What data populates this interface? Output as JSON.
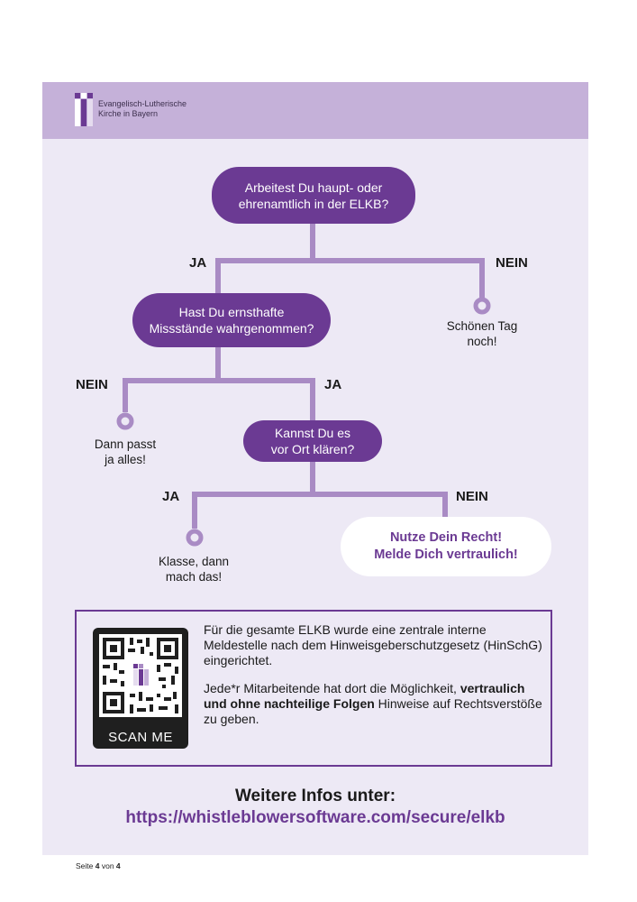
{
  "header": {
    "org_line1": "Evangelisch-Lutherische",
    "org_line2": "Kirche in Bayern"
  },
  "flow": {
    "q1": [
      "Arbeitest Du haupt- oder",
      "ehrenamtlich in der ELKB?"
    ],
    "q1_yes": "JA",
    "q1_no": "NEIN",
    "q1_no_end": [
      "Schönen Tag",
      "noch!"
    ],
    "q2": [
      "Hast Du ernsthafte",
      "Missstände wahrgenommen?"
    ],
    "q2_no": "NEIN",
    "q2_yes": "JA",
    "q2_no_end": [
      "Dann passt",
      "ja alles!"
    ],
    "q3": [
      "Kannst Du es",
      "vor Ort klären?"
    ],
    "q3_yes": "JA",
    "q3_no": "NEIN",
    "q3_yes_end": [
      "Klasse, dann",
      "mach das!"
    ],
    "q3_no_end": [
      "Nutze Dein Recht!",
      "Melde Dich vertraulich!"
    ]
  },
  "info": {
    "scan_label": "SCAN ME",
    "para1": "Für die gesamte ELKB wurde eine zentrale interne Meldestelle nach dem Hinweisgeberschutzgesetz (HinSchG) eingerichtet.",
    "para2_start": "Jede*r Mitarbeitende hat dort die Möglichkeit, ",
    "para2_bold": "vertraulich und ohne nachteilige Folgen",
    "para2_end": " Hinweise auf Rechtsverstöße zu geben."
  },
  "more": {
    "title": "Weitere Infos unter:",
    "url": "https://whistleblowersoftware.com/secure/elkb"
  },
  "footer": {
    "prefix": "Seite ",
    "page": "4",
    "middle": " von ",
    "total": "4"
  },
  "colors": {
    "accent": "#6b3a93",
    "line": "#a98bc4",
    "header_bg": "#c5b1d9",
    "poster_bg": "#ede9f5"
  }
}
